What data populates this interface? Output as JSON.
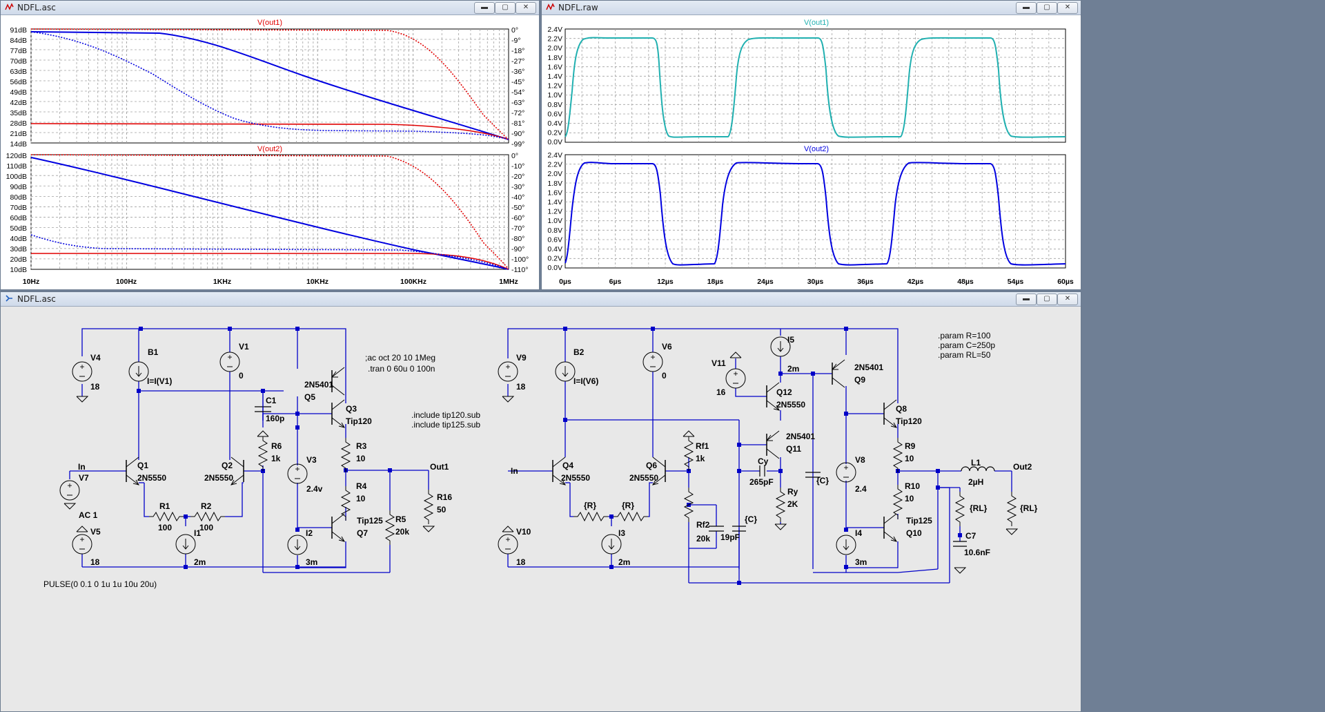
{
  "windows": {
    "ac_plot": {
      "title": "NDFL.asc"
    },
    "tran_plot": {
      "title": "NDFL.raw"
    },
    "schematic": {
      "title": "NDFL.asc"
    }
  },
  "window_buttons": {
    "minimize": "▬",
    "maximize": "▢",
    "close": "✕"
  },
  "colors": {
    "red": "#e00000",
    "blue": "#0000e0",
    "teal": "#20b0b0",
    "grid": "#a0a0a0",
    "wire": "#0000c8",
    "schematic_bg": "#e8e8e8"
  },
  "ac_plot": {
    "panes": [
      {
        "trace_label": "V(out1)",
        "left_ticks": [
          "91dB",
          "84dB",
          "77dB",
          "70dB",
          "63dB",
          "56dB",
          "49dB",
          "42dB",
          "35dB",
          "28dB",
          "21dB",
          "14dB"
        ],
        "right_ticks": [
          "0°",
          "-9°",
          "-18°",
          "-27°",
          "-36°",
          "-45°",
          "-54°",
          "-63°",
          "-72°",
          "-81°",
          "-90°",
          "-99°"
        ]
      },
      {
        "trace_label": "V(out2)",
        "left_ticks": [
          "120dB",
          "110dB",
          "100dB",
          "90dB",
          "80dB",
          "70dB",
          "60dB",
          "50dB",
          "40dB",
          "30dB",
          "20dB",
          "10dB"
        ],
        "right_ticks": [
          "0°",
          "-10°",
          "-20°",
          "-30°",
          "-40°",
          "-50°",
          "-60°",
          "-70°",
          "-80°",
          "-90°",
          "-100°",
          "-110°"
        ]
      }
    ],
    "x_ticks": [
      "10Hz",
      "100Hz",
      "1KHz",
      "10KHz",
      "100KHz",
      "1MHz"
    ]
  },
  "tran_plot": {
    "panes": [
      {
        "trace_label": "V(out1)",
        "y_ticks": [
          "2.4V",
          "2.2V",
          "2.0V",
          "1.8V",
          "1.6V",
          "1.4V",
          "1.2V",
          "1.0V",
          "0.8V",
          "0.6V",
          "0.4V",
          "0.2V",
          "0.0V"
        ]
      },
      {
        "trace_label": "V(out2)",
        "y_ticks": [
          "2.4V",
          "2.2V",
          "2.0V",
          "1.8V",
          "1.6V",
          "1.4V",
          "1.2V",
          "1.0V",
          "0.8V",
          "0.6V",
          "0.4V",
          "0.2V",
          "0.0V"
        ]
      }
    ],
    "x_ticks": [
      "0µs",
      "6µs",
      "12µs",
      "18µs",
      "24µs",
      "30µs",
      "36µs",
      "42µs",
      "48µs",
      "54µs",
      "60µs"
    ]
  },
  "schematic": {
    "labels": [
      {
        "id": "v4",
        "text": "V4"
      },
      {
        "id": "v4v",
        "text": "18"
      },
      {
        "id": "b1",
        "text": "B1"
      },
      {
        "id": "b1v",
        "text": "I=I(V1)"
      },
      {
        "id": "v1",
        "text": "V1"
      },
      {
        "id": "v1v",
        "text": "0"
      },
      {
        "id": "ac",
        "text": ";ac oct 20 10 1Meg"
      },
      {
        "id": "tran",
        "text": ".tran 0 60u 0 100n"
      },
      {
        "id": "c1",
        "text": "C1"
      },
      {
        "id": "c1v",
        "text": "160p"
      },
      {
        "id": "q5t",
        "text": "2N5401"
      },
      {
        "id": "q5",
        "text": "Q5"
      },
      {
        "id": "q3",
        "text": "Q3"
      },
      {
        "id": "q3t",
        "text": "Tip120"
      },
      {
        "id": "inc1",
        "text": ".include tip120.sub"
      },
      {
        "id": "inc2",
        "text": ".include tip125.sub"
      },
      {
        "id": "r6",
        "text": "R6"
      },
      {
        "id": "r6v",
        "text": "1k"
      },
      {
        "id": "r3",
        "text": "R3"
      },
      {
        "id": "r3v",
        "text": "10"
      },
      {
        "id": "v3",
        "text": "V3"
      },
      {
        "id": "v3v",
        "text": "2.4v"
      },
      {
        "id": "out1",
        "text": "Out1"
      },
      {
        "id": "in1",
        "text": "In"
      },
      {
        "id": "v7",
        "text": "V7"
      },
      {
        "id": "q1",
        "text": "Q1"
      },
      {
        "id": "q1t",
        "text": "2N5550"
      },
      {
        "id": "q2",
        "text": "Q2"
      },
      {
        "id": "q2t",
        "text": "2N5550"
      },
      {
        "id": "r4",
        "text": "R4"
      },
      {
        "id": "r4v",
        "text": "10"
      },
      {
        "id": "r16",
        "text": "R16"
      },
      {
        "id": "r16v",
        "text": "50"
      },
      {
        "id": "ac1",
        "text": "AC 1"
      },
      {
        "id": "r1",
        "text": "R1"
      },
      {
        "id": "r1v",
        "text": "100"
      },
      {
        "id": "r2",
        "text": "R2"
      },
      {
        "id": "r2v",
        "text": "100"
      },
      {
        "id": "i1",
        "text": "I1"
      },
      {
        "id": "r5",
        "text": "R5"
      },
      {
        "id": "r5v",
        "text": "20k"
      },
      {
        "id": "q7t",
        "text": "Tip125"
      },
      {
        "id": "q7",
        "text": "Q7"
      },
      {
        "id": "i2",
        "text": "I2"
      },
      {
        "id": "v5",
        "text": "V5"
      },
      {
        "id": "v5v",
        "text": "18"
      },
      {
        "id": "i1v",
        "text": "2m"
      },
      {
        "id": "i2v",
        "text": "3m"
      },
      {
        "id": "pulse",
        "text": "PULSE(0 0.1 0 1u 1u 10u 20u)"
      },
      {
        "id": "v9",
        "text": "V9"
      },
      {
        "id": "v9v",
        "text": "18"
      },
      {
        "id": "b2",
        "text": "B2"
      },
      {
        "id": "b2v",
        "text": "I=I(V6)"
      },
      {
        "id": "v6",
        "text": "V6"
      },
      {
        "id": "v6v",
        "text": "0"
      },
      {
        "id": "v11",
        "text": "V11"
      },
      {
        "id": "v11v",
        "text": "16"
      },
      {
        "id": "i5",
        "text": "I5"
      },
      {
        "id": "i5v",
        "text": "2m"
      },
      {
        "id": "q9t",
        "text": "2N5401"
      },
      {
        "id": "q9",
        "text": "Q9"
      },
      {
        "id": "q12",
        "text": "Q12"
      },
      {
        "id": "q12t",
        "text": "2N5550"
      },
      {
        "id": "q8",
        "text": "Q8"
      },
      {
        "id": "q8t",
        "text": "Tip120"
      },
      {
        "id": "q11t",
        "text": "2N5401"
      },
      {
        "id": "q11",
        "text": "Q11"
      },
      {
        "id": "rf1",
        "text": "Rf1"
      },
      {
        "id": "rf1v",
        "text": "1k"
      },
      {
        "id": "r9",
        "text": "R9"
      },
      {
        "id": "r9v",
        "text": "10"
      },
      {
        "id": "cy",
        "text": "Cy"
      },
      {
        "id": "cyv",
        "text": "265pF"
      },
      {
        "id": "v8",
        "text": "V8"
      },
      {
        "id": "v8v",
        "text": "2.4"
      },
      {
        "id": "cc",
        "text": "{C}"
      },
      {
        "id": "in2",
        "text": "In"
      },
      {
        "id": "q4",
        "text": "Q4"
      },
      {
        "id": "q4t",
        "text": "2N5550"
      },
      {
        "id": "q6",
        "text": "Q6"
      },
      {
        "id": "q6t",
        "text": "2N5550"
      },
      {
        "id": "l1",
        "text": "L1"
      },
      {
        "id": "l1v",
        "text": "2µH"
      },
      {
        "id": "out2",
        "text": "Out2"
      },
      {
        "id": "ry",
        "text": "Ry"
      },
      {
        "id": "ryv",
        "text": "2K"
      },
      {
        "id": "r10",
        "text": "R10"
      },
      {
        "id": "r10v",
        "text": "10"
      },
      {
        "id": "rl1",
        "text": "{RL}"
      },
      {
        "id": "rl2",
        "text": "{RL}"
      },
      {
        "id": "rr1",
        "text": "{R}"
      },
      {
        "id": "rr2",
        "text": "{R}"
      },
      {
        "id": "cc2",
        "text": "{C}"
      },
      {
        "id": "q10t",
        "text": "Tip125"
      },
      {
        "id": "q10",
        "text": "Q10"
      },
      {
        "id": "rf2",
        "text": "Rf2"
      },
      {
        "id": "rf2v",
        "text": "20k"
      },
      {
        "id": "c19",
        "text": "19pF"
      },
      {
        "id": "i3",
        "text": "I3"
      },
      {
        "id": "i4",
        "text": "I4"
      },
      {
        "id": "c7",
        "text": "C7"
      },
      {
        "id": "c7v",
        "text": "10.6nF"
      },
      {
        "id": "v10",
        "text": "V10"
      },
      {
        "id": "v10v",
        "text": "18"
      },
      {
        "id": "i3v",
        "text": "2m"
      },
      {
        "id": "i4v",
        "text": "3m"
      },
      {
        "id": "pr",
        "text": ".param R=100"
      },
      {
        "id": "pc",
        "text": ".param C=250p"
      },
      {
        "id": "prl",
        "text": ".param RL=50"
      }
    ]
  }
}
